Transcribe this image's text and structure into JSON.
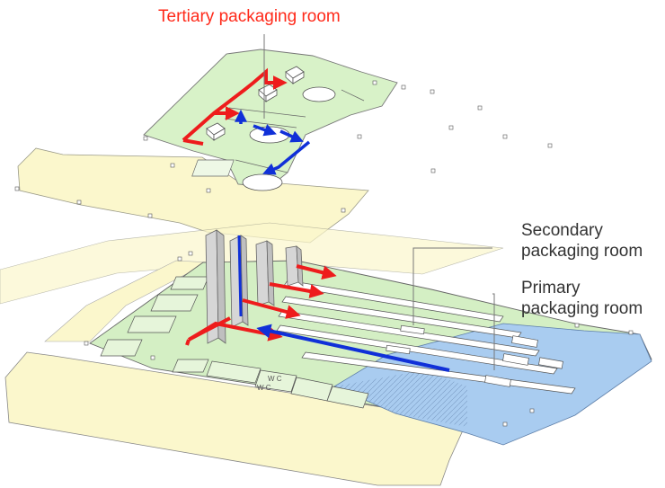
{
  "labels": {
    "tertiary": "Tertiary packaging room",
    "secondary_line1": "Secondary",
    "secondary_line2": "packaging room",
    "primary_line1": "Primary",
    "primary_line2": "packaging room"
  },
  "colors": {
    "tertiary_label": "#ff2a1a",
    "callout_text": "#333333",
    "tertiary_floor": "#d8f2c8",
    "secondary_floor": "#d4efc4",
    "primary_zone": "#a9ccf0",
    "corridor": "#fbf7cc",
    "red_flow": "#ee1c1c",
    "blue_flow": "#1030d8",
    "column_fill": "#d6d6d6",
    "wall_line": "#555555"
  },
  "icons": {
    "red_arrow": "red-flow-arrow-icon",
    "blue_arrow": "blue-flow-arrow-icon"
  }
}
